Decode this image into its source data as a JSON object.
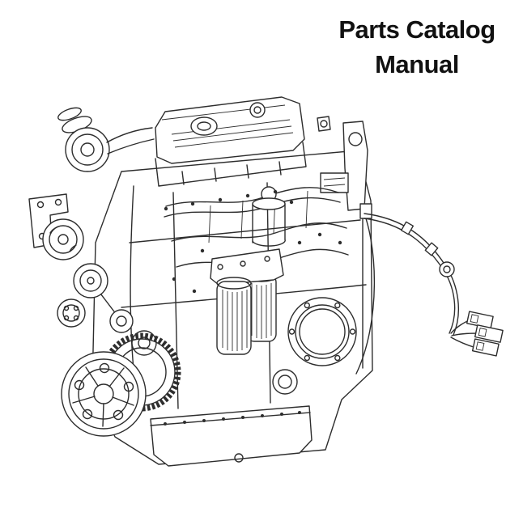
{
  "page": {
    "background_color": "#ffffff"
  },
  "title": {
    "line1": "Parts Catalog",
    "line2": "Manual",
    "color": "#111111"
  },
  "illustration": {
    "name": "diesel-engine-parts-line-drawing",
    "description": "Isometric black-and-white technical line drawing of a four-cylinder diesel engine: valve cover with breather, turbo inlet and brackets at upper left, belt pulleys and large crankshaft damper pulley at lower left, twin fuel filter canisters at center, flywheel housing opening at right, oil pan at bottom, and an external wiring harness curving to stacked electrical connectors at the right edge",
    "stroke_color": "#2d2d2d"
  }
}
